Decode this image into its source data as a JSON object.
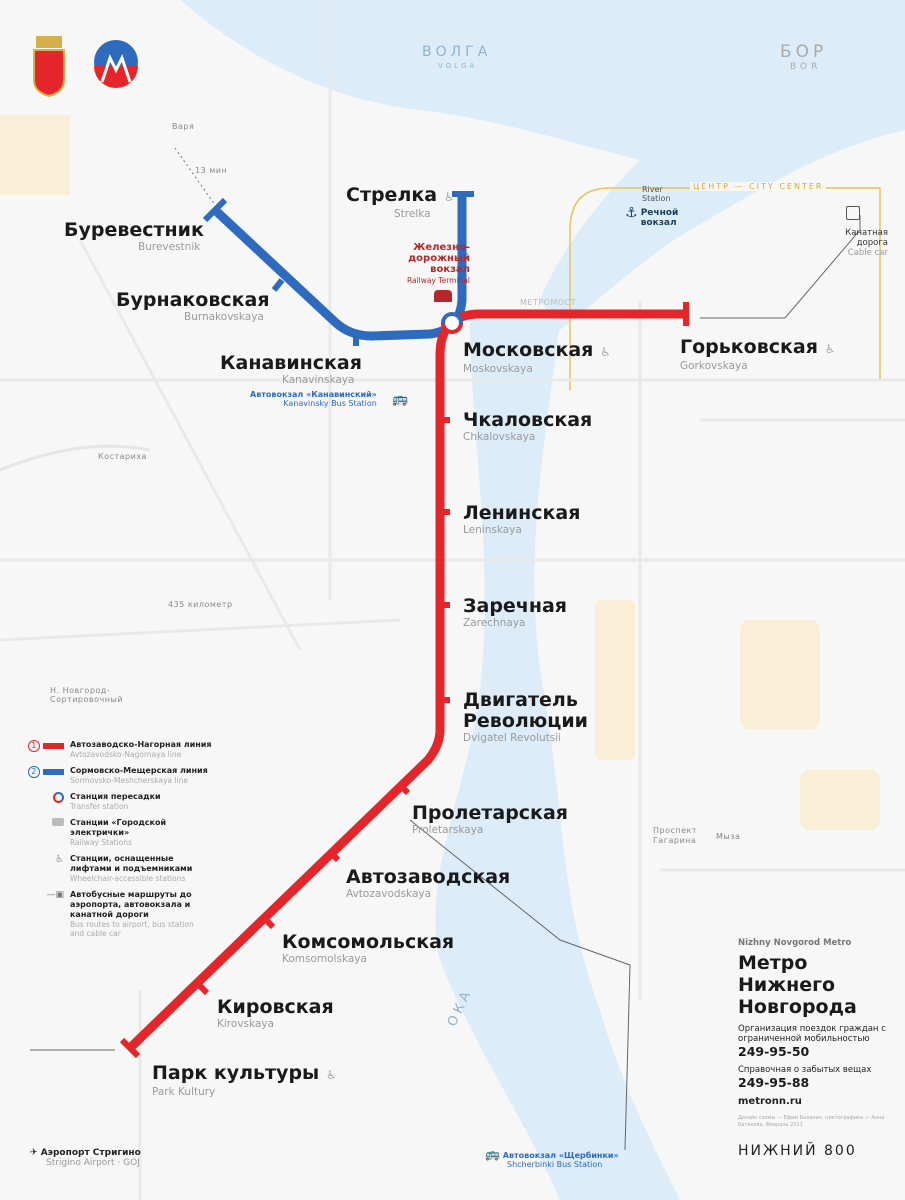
{
  "colors": {
    "line1": "#e4262a",
    "line2": "#2e6bbf",
    "water": "#dcecf8",
    "center": "#e8c35a",
    "background": "#f7f7f7"
  },
  "header": {
    "river_volga_ru": "ВОЛГА",
    "river_volga_en": "VOLGA",
    "bor_ru": "БОР",
    "bor_en": "BOR",
    "river_oka": "ОКА",
    "city_center_ru": "ЦЕНТР",
    "city_center_en": "CITY CENTER"
  },
  "logos": {
    "coat_of_arms": "city-coat-of-arms-icon",
    "metro_logo": "metro-m-logo-icon"
  },
  "stations": [
    {
      "ru": "Буревестник",
      "en": "Burevestnik",
      "line": 2
    },
    {
      "ru": "Бурнаковская",
      "en": "Burnakovskaya",
      "line": 2
    },
    {
      "ru": "Канавинская",
      "en": "Kanavinskaya",
      "line": 2
    },
    {
      "ru": "Стрелка",
      "en": "Strelka",
      "line": 2,
      "accessible": true
    },
    {
      "ru": "Московская",
      "en": "Moskovskaya",
      "line": 1,
      "accessible": true
    },
    {
      "ru": "Горьковская",
      "en": "Gorkovskaya",
      "line": 1,
      "accessible": true
    },
    {
      "ru": "Чкаловская",
      "en": "Chkalovskaya",
      "line": 1
    },
    {
      "ru": "Ленинская",
      "en": "Leninskaya",
      "line": 1
    },
    {
      "ru": "Заречная",
      "en": "Zarechnaya",
      "line": 1
    },
    {
      "ru": "Двигатель Революции",
      "en": "Dvigatel Revolutsii",
      "line": 1
    },
    {
      "ru": "Пролетарская",
      "en": "Proletarskaya",
      "line": 1
    },
    {
      "ru": "Автозаводская",
      "en": "Avtozavodskaya",
      "line": 1
    },
    {
      "ru": "Комсомольская",
      "en": "Komsomolskaya",
      "line": 1
    },
    {
      "ru": "Кировская",
      "en": "Kirovskaya",
      "line": 1
    },
    {
      "ru": "Парк культуры",
      "en": "Park Kultury",
      "line": 1,
      "accessible": true
    }
  ],
  "poi": {
    "railway_ru": "Железно-дорожный вокзал",
    "railway_en": "Railway Terminal",
    "river_station_en": "River Station",
    "river_station_ru": "Речной вокзал",
    "cable_ru": "Канатная дорога",
    "cable_en": "Cable car",
    "kanavinsky_bus_ru": "Автовокзал «Канавинский»",
    "kanavinsky_bus_en": "Kanavinsky Bus Station",
    "shcherbinki_ru": "Автовокзал «Щербинки»",
    "shcherbinki_en": "Shcherbinki Bus Station",
    "airport_ru": "Аэропорт Стригино",
    "airport_en": "Strigino Airport · GOJ",
    "varya": "Варя",
    "walk": "13 мин",
    "kostariha": "Костариха",
    "km435": "435 километр",
    "sortirovochny": "Н. Новгород-Сортировочный",
    "gagarina": "Проспект Гагарина",
    "myza": "Мыза",
    "metromost": "МЕТРОМОСТ"
  },
  "legend": [
    {
      "ru": "Автозаводско-Нагорная линия",
      "en": "Avtozavodsko-Nagornaya line",
      "num": "1"
    },
    {
      "ru": "Сормовско-Мещерская линия",
      "en": "Sormovsko-Meshcherskaya line",
      "num": "2"
    },
    {
      "ru": "Станция пересадки",
      "en": "Transfer station"
    },
    {
      "ru": "Станции «Городской электрички»",
      "en": "Railway Stations"
    },
    {
      "ru": "Станции, оснащенные лифтами и подъемниками",
      "en": "Wheelchair-accessible stations"
    },
    {
      "ru": "Автобусные маршруты до аэропорта, автовокзала и канатной дороги",
      "en": "Bus routes to airport, bus station and cable car"
    }
  ],
  "info": {
    "subtitle": "Nizhny Novgorod Metro",
    "title": "Метро Нижнего Новгорода",
    "mobility_text": "Организация поездок граждан с ограниченной мобильностью",
    "mobility_phone": "249-95-50",
    "lost_text": "Справочная о забытых вещах",
    "lost_phone": "249-95-88",
    "url": "metronn.ru",
    "credits": "Дизайн схемы — Ефим Балакин, пиктографика — Анна Батакова. Февраль 2021",
    "brand": "НИЖНИЙ 800"
  }
}
